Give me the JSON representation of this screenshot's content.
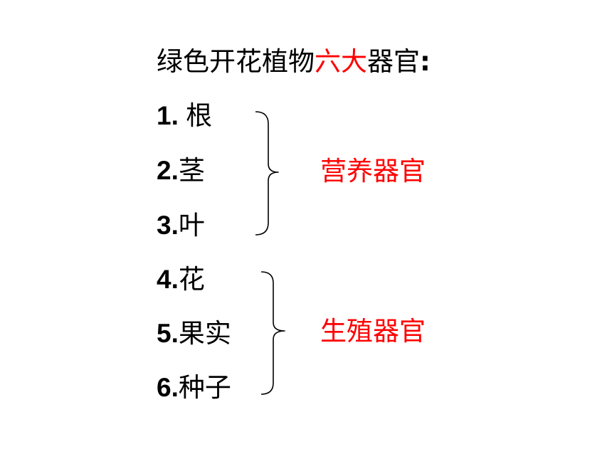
{
  "title": {
    "part1": "绿色开花植物",
    "part2_highlight": "六大",
    "part3": "器官",
    "colon": ":"
  },
  "organs": [
    {
      "num": "1. ",
      "name": "根"
    },
    {
      "num": "2.",
      "name": "茎"
    },
    {
      "num": "3.",
      "name": "叶"
    },
    {
      "num": "4.",
      "name": "花"
    },
    {
      "num": "5.",
      "name": "果实"
    },
    {
      "num": "6.",
      "name": "种子"
    }
  ],
  "groups": [
    {
      "label": "营养器官"
    },
    {
      "label": "生殖器官"
    }
  ],
  "colors": {
    "text": "#000000",
    "highlight": "#ff0000",
    "background": "#ffffff"
  }
}
